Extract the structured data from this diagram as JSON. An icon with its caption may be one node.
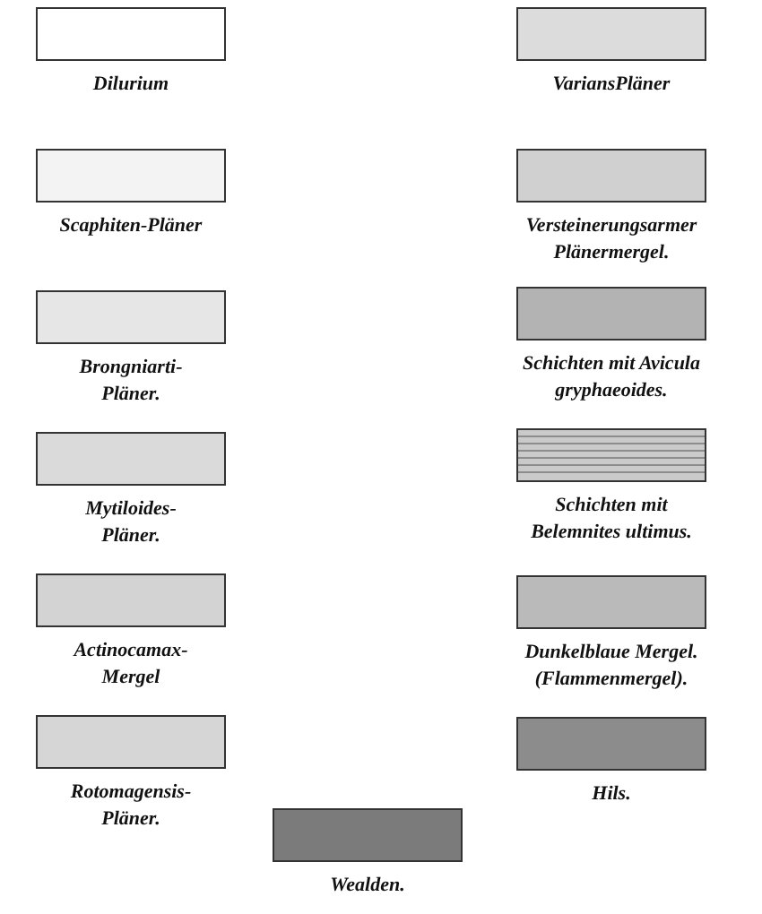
{
  "diagram": {
    "legend": [
      {
        "text": "Dilurium"
      },
      {
        "text": "VariansPläner",
        "color": "#dcdcdc"
      },
      {
        "text": "Scaphiten-Pläner",
        "color": "#f3f3f3"
      },
      {
        "text": "Versteinerungsarmer Plänermergel.",
        "color": "#d0d0d0"
      },
      {
        "text": "Brongniarti-Pläner.",
        "color": "#e6e6e6"
      },
      {
        "text": "Schichten mit Avicula gryphaeoides.",
        "color": "#b3b3b3"
      },
      {
        "text": "Mytiloides-Pläner.",
        "color": "#dadada"
      },
      {
        "text": "Schichten mit Belemnites ultimus.",
        "color": "#cacaca"
      },
      {
        "text": "Actinocamax-Mergel",
        "color": "#d3d3d3"
      },
      {
        "text": "Dunkelblaue Mergel. (Flammenmergel).",
        "color": "#bababa"
      },
      {
        "text": "Rotomagensis-Pläner.",
        "color": "#d6d6d6"
      },
      {
        "text": "Hils.",
        "color": "#8c8c8c"
      },
      {
        "text": "Wealden.",
        "color": "#7b7b7b"
      }
    ]
  }
}
